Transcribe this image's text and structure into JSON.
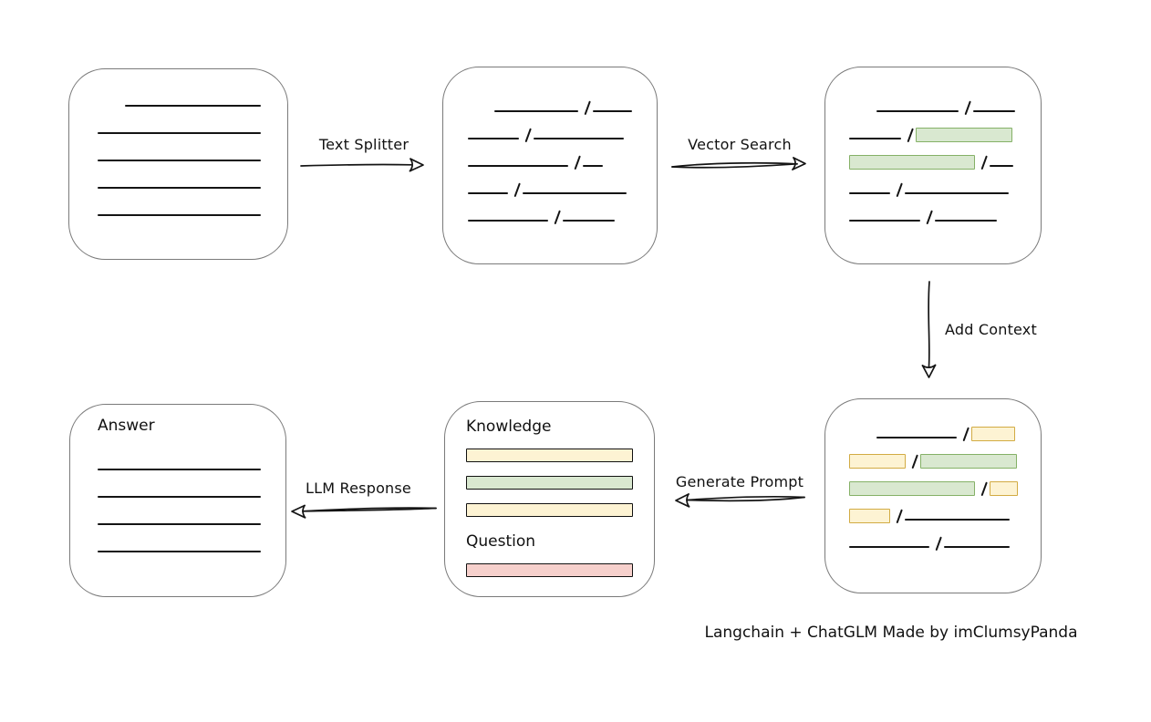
{
  "caption": "Langchain + ChatGLM Made by imClumsyPanda",
  "labels": {
    "text_splitter": "Text Splitter",
    "vector_search": "Vector Search",
    "add_context": "Add Context",
    "generate_prompt": "Generate Prompt",
    "llm_response": "LLM Response",
    "knowledge": "Knowledge",
    "question": "Question",
    "answer": "Answer"
  },
  "colors": {
    "green_fill": "#d9e8d0",
    "green_stroke": "#85b167",
    "yellow_fill": "#fdf3d3",
    "yellow_stroke": "#d2ab43",
    "red_fill": "#f6d0cc",
    "red_stroke": "#bd5e53",
    "ink": "#141414",
    "box_border": "#7a7a7a"
  },
  "nodes": {
    "document": {
      "rows": [
        [
          "indent:30",
          "line:149"
        ],
        [
          "line:179"
        ],
        [
          "line:179"
        ],
        [
          "line:179"
        ],
        [
          "line:179"
        ]
      ]
    },
    "chunks": {
      "rows": [
        [
          "indent:29",
          "line:92",
          "slash",
          "line:43"
        ],
        [
          "line:56",
          "slash",
          "line:99"
        ],
        [
          "line:110",
          "slash",
          "line:22"
        ],
        [
          "line:44",
          "slash",
          "line:114"
        ],
        [
          "line:88",
          "slash",
          "line:57"
        ]
      ]
    },
    "matched": {
      "rows": [
        [
          "indent:30",
          "line:90",
          "slash",
          "line:46"
        ],
        [
          "line:57",
          "slash",
          "green:106"
        ],
        [
          "green:138",
          "slash",
          "line:26"
        ],
        [
          "line:45",
          "slash",
          "line:114"
        ],
        [
          "line:78",
          "slash",
          "line:68"
        ]
      ]
    },
    "context": {
      "rows": [
        [
          "indent:30",
          "line:88",
          "slash",
          "yellow:48"
        ],
        [
          "yellow:62",
          "slash",
          "green:106"
        ],
        [
          "green:138",
          "slash",
          "yellow:31"
        ],
        [
          "yellow:45",
          "slash",
          "line:115"
        ],
        [
          "line:88",
          "slash",
          "line:72"
        ]
      ]
    },
    "prompt": {
      "bars": [
        "yellow",
        "green",
        "yellow"
      ],
      "question_bars": [
        "red"
      ]
    },
    "answer": {
      "rows": [
        [
          "line:179"
        ],
        [
          "line:179"
        ],
        [
          "line:179"
        ],
        [
          "line:179"
        ]
      ]
    }
  }
}
